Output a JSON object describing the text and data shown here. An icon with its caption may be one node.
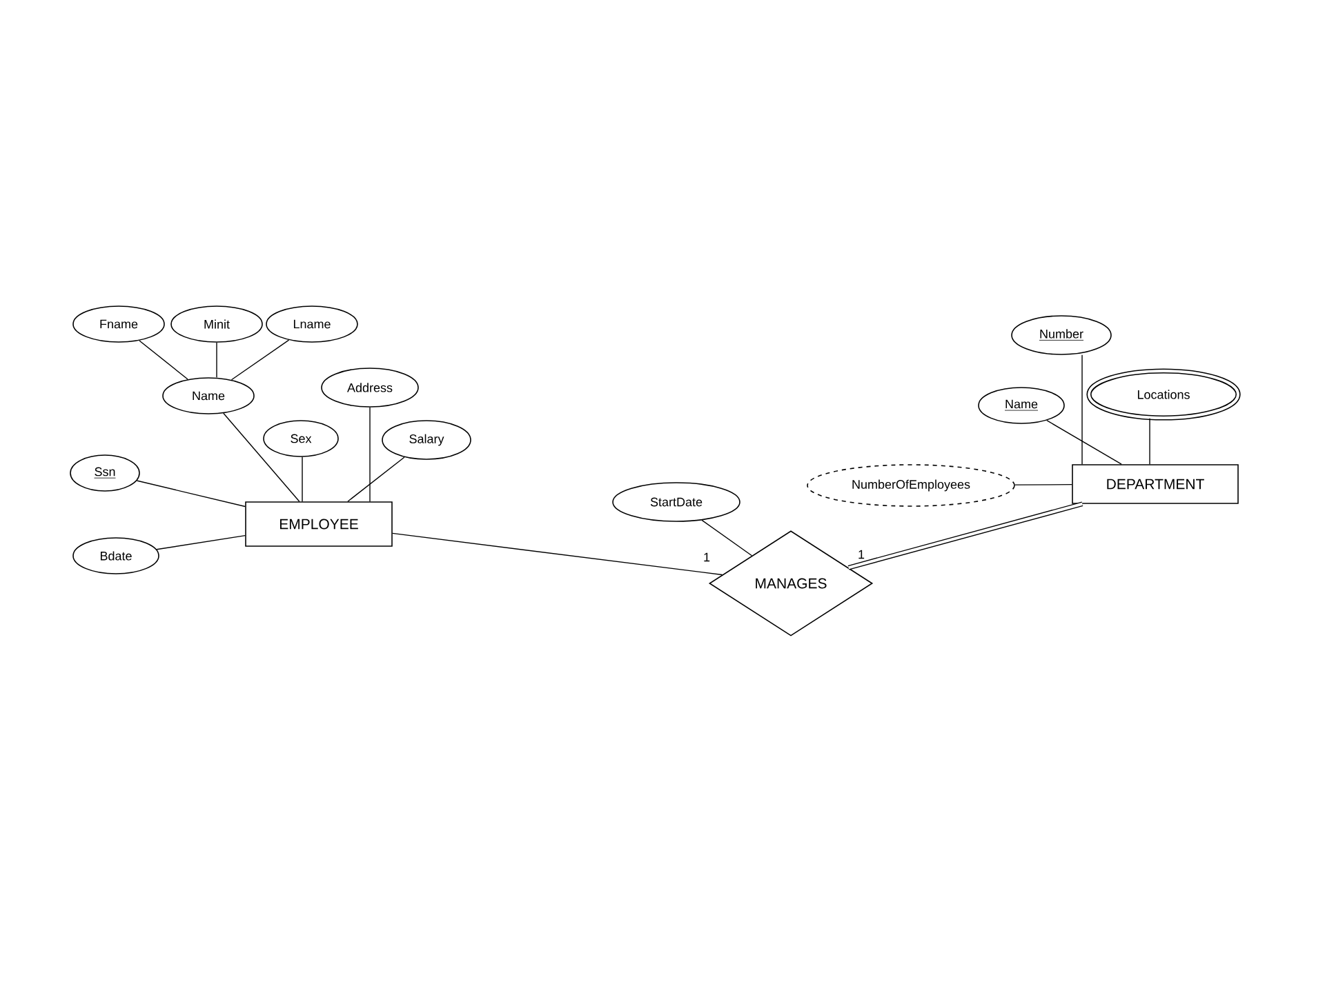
{
  "diagram": {
    "nodes": [
      {
        "text": [
          "Fname"
        ]
      },
      {
        "text": [
          "Minit"
        ]
      },
      {
        "text": [
          "Lname"
        ]
      },
      {
        "text": [
          "Name"
        ]
      },
      {
        "text": [
          "Address"
        ]
      },
      {
        "text": [
          "Sex"
        ]
      },
      {
        "text": [
          "Salary"
        ]
      },
      {
        "text": [
          "Ssn"
        ]
      },
      {
        "text": [
          "Bdate"
        ]
      },
      {
        "text": [
          "EMPLOYEE"
        ]
      },
      {
        "text": [
          "StartDate"
        ]
      },
      {
        "text": [
          "MANAGES"
        ]
      },
      {
        "text": [
          "Number"
        ]
      },
      {
        "text": [
          "Name"
        ]
      },
      {
        "text": [
          "Locations"
        ]
      },
      {
        "text": [
          "NumberOfEmployees"
        ]
      },
      {
        "text": [
          "DEPARTMENT"
        ]
      }
    ],
    "edges": [
      {
        "from": 0,
        "to": 3,
        "arrow": "none"
      },
      {
        "from": 1,
        "to": 3,
        "arrow": "none"
      },
      {
        "from": 2,
        "to": 3,
        "arrow": "none"
      },
      {
        "from": 3,
        "to": 9,
        "arrow": "none"
      },
      {
        "from": 5,
        "to": 9,
        "arrow": "none"
      },
      {
        "from": 4,
        "to": 9,
        "arrow": "none"
      },
      {
        "from": 6,
        "to": 9,
        "arrow": "none"
      },
      {
        "from": 7,
        "to": 9,
        "arrow": "none"
      },
      {
        "from": 8,
        "to": 9,
        "arrow": "none"
      },
      {
        "from": 9,
        "to": 11,
        "arrow": "none",
        "label": "1"
      },
      {
        "from": 10,
        "to": 11,
        "arrow": "none"
      },
      {
        "from": 16,
        "to": 11,
        "arrow": "none",
        "label": "1",
        "style": "thick"
      },
      {
        "from": 12,
        "to": 16,
        "arrow": "none"
      },
      {
        "from": 13,
        "to": 16,
        "arrow": "none"
      },
      {
        "from": 14,
        "to": 16,
        "arrow": "none"
      },
      {
        "from": 15,
        "to": 16,
        "arrow": "none"
      }
    ]
  }
}
